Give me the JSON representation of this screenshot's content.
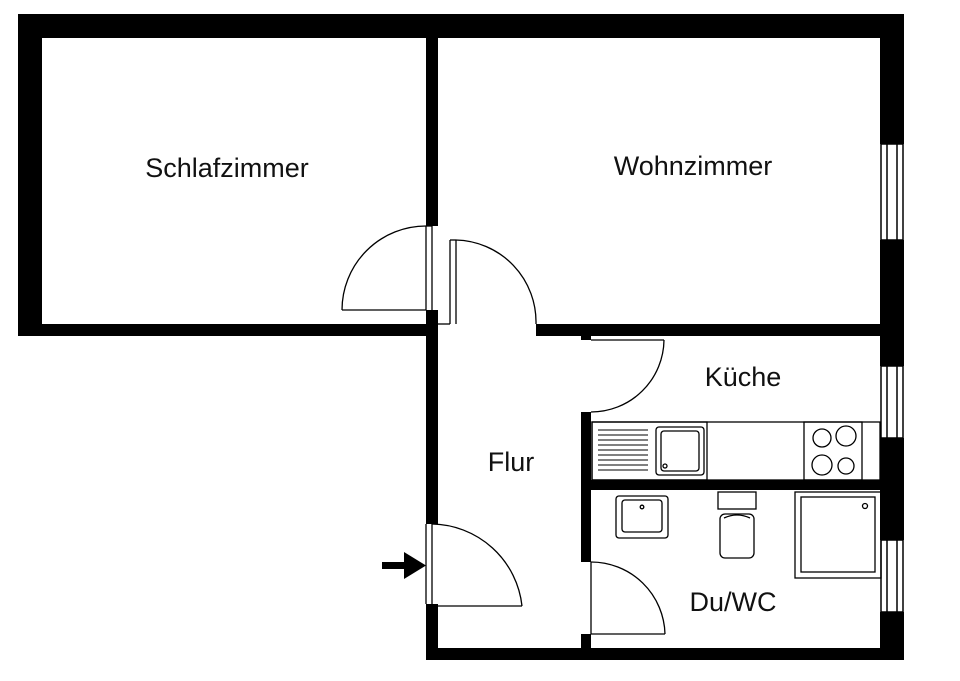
{
  "rooms": {
    "schlafzimmer": "Schlafzimmer",
    "wohnzimmer": "Wohnzimmer",
    "kueche": "Küche",
    "flur": "Flur",
    "bad": "Du/WC"
  },
  "icons": {
    "entrance": "entrance-arrow-icon",
    "sink": "kitchen-sink-icon",
    "stove": "stove-icon",
    "washbasin": "washbasin-icon",
    "toilet": "toilet-icon",
    "shower": "shower-icon"
  },
  "colors": {
    "wall": "#000000",
    "background": "#ffffff",
    "line": "#333333"
  }
}
